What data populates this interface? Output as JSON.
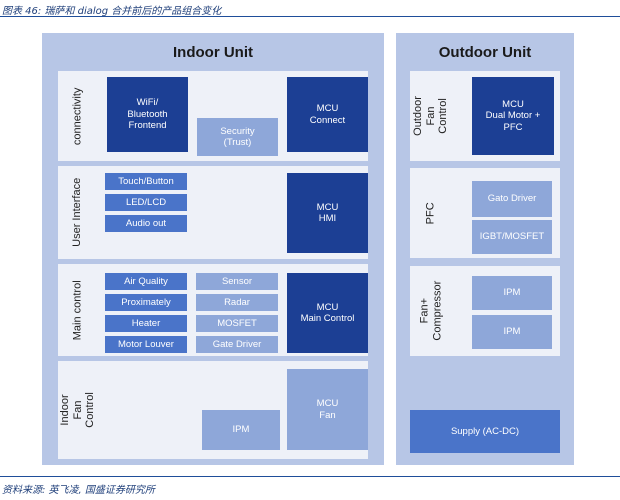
{
  "caption": "图表 46: 瑞萨和 dialog 合并前后的产品组合变化",
  "source": "资料来源: 英飞凌, 国盛证券研究所",
  "indoor": {
    "title": "Indoor Unit",
    "connectivity": {
      "label": "connectivity",
      "wifi": "WiFi/\nBluetooth\nFrontend",
      "security": "Security\n(Trust)",
      "mcu": "MCU\nConnect"
    },
    "ui": {
      "label": "User Interface",
      "items": [
        "Touch/Button",
        "LED/LCD",
        "Audio out"
      ],
      "mcu": "MCU\nHMI"
    },
    "main": {
      "label": "Main control",
      "left": [
        "Air Quality",
        "Proximately",
        "Heater",
        "Motor Louver"
      ],
      "right": [
        "Sensor",
        "Radar",
        "MOSFET",
        "Gate Driver"
      ],
      "mcu": "MCU\nMain Control"
    },
    "fan": {
      "label": "Indoor Fan\nControl",
      "ipm": "IPM",
      "mcu": "MCU\nFan"
    }
  },
  "outdoor": {
    "title": "Outdoor Unit",
    "fan": {
      "label": "Outdoor Fan\nControl",
      "mcu": "MCU\nDual Motor +\nPFC"
    },
    "pfc": {
      "label": "PFC",
      "gate": "Gato Driver",
      "igbt": "IGBT/MOSFET"
    },
    "comp": {
      "label": "Fan+\nCompressor",
      "ipm1": "IPM",
      "ipm2": "IPM"
    },
    "supply": "Supply (AC-DC)"
  },
  "colors": {
    "dark": "#1c3f94",
    "mid": "#4a74c9",
    "light": "#8ea7d9",
    "panel": "#b7c6e6",
    "row": "#eef1f8"
  }
}
